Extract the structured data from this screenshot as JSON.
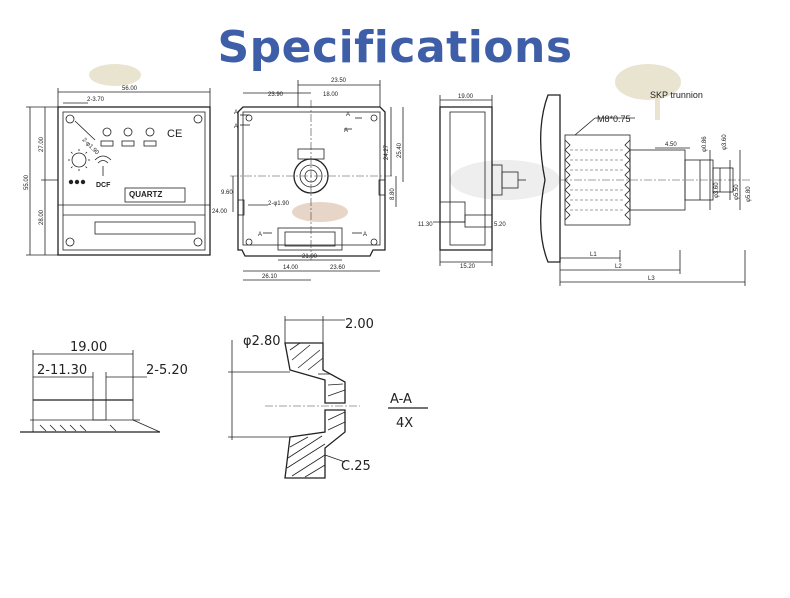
{
  "title": "Specifications",
  "front_view": {
    "dims": [
      "2-3.70",
      "56.00",
      "2-φ1.90",
      "27.00",
      "55.00",
      "28.00"
    ],
    "labels": [
      "DCF",
      "QUARTZ",
      "CE"
    ]
  },
  "back_view": {
    "dims": [
      "23.50",
      "23.90",
      "18.00",
      "24.27",
      "25.40",
      "9.60",
      "24.00",
      "2-φ1.90",
      "8.80",
      "21.00",
      "14.00",
      "23.60",
      "26.10"
    ],
    "section_marks": [
      "A",
      "A",
      "A",
      "A",
      "A",
      "A"
    ]
  },
  "side_view": {
    "dims": [
      "19.00",
      "11.30",
      "5.20",
      "15.20"
    ]
  },
  "shaft_view": {
    "labels": [
      "M8*0.75",
      "SKP trunnion"
    ],
    "dims": [
      "4.50",
      "φ0.86",
      "φ3.60",
      "φ3.60",
      "φ5.50",
      "φ5.80"
    ],
    "lengths": [
      "L1",
      "L2",
      "L3"
    ]
  },
  "detail_left": {
    "dims": [
      "19.00",
      "2-11.30",
      "2-5.20"
    ]
  },
  "detail_section": {
    "dims": [
      "φ2.80",
      "2.00",
      "C.25"
    ],
    "section_label": "A-A",
    "scale_label": "4X"
  }
}
